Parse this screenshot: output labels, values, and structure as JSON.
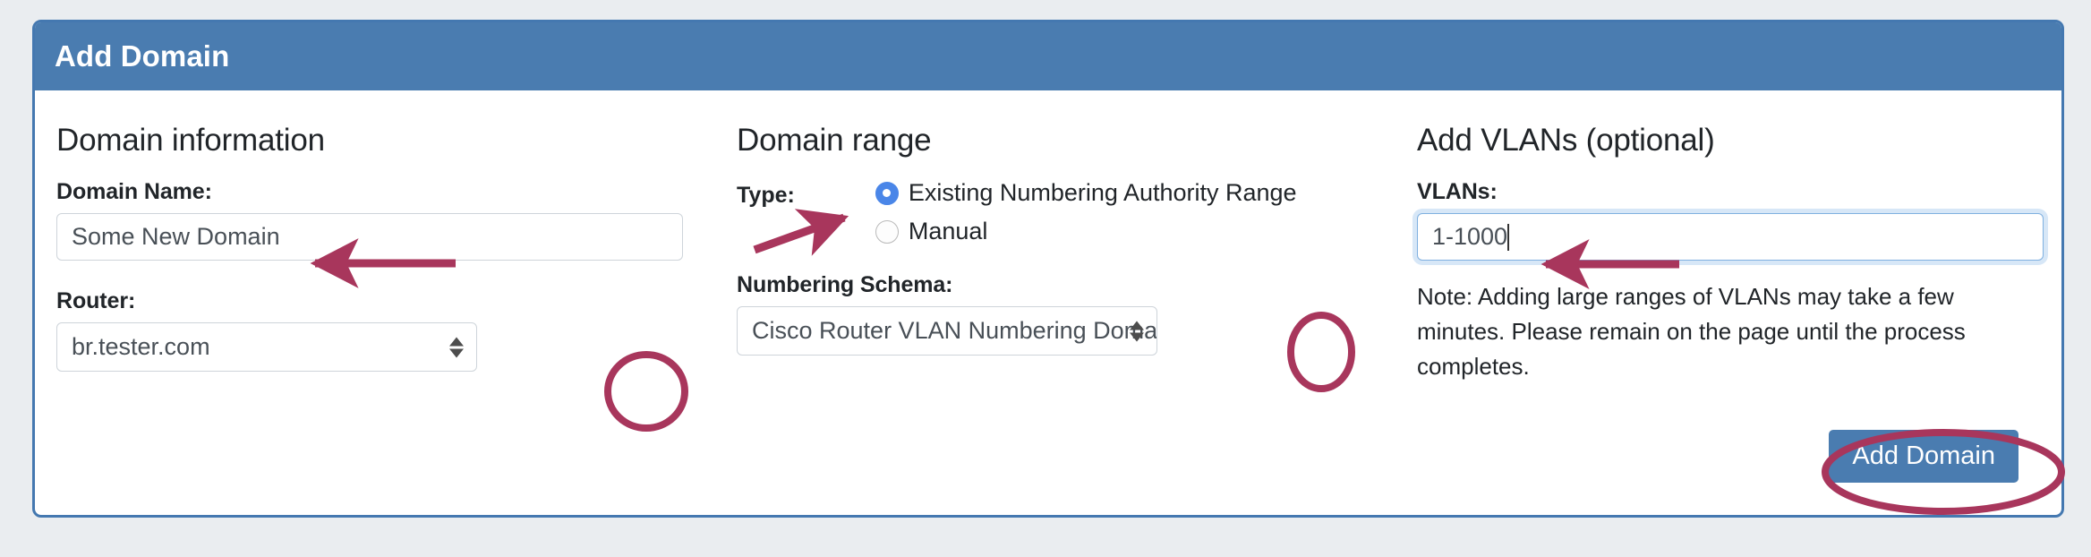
{
  "panel": {
    "title": "Add Domain"
  },
  "columns": {
    "domain_information": {
      "heading": "Domain information",
      "domain_name": {
        "label": "Domain Name:",
        "value": "Some New Domain",
        "placeholder": "Some New Domain"
      },
      "router": {
        "label": "Router:",
        "value": "br.tester.com"
      }
    },
    "domain_range": {
      "heading": "Domain range",
      "type": {
        "label": "Type:",
        "options": [
          {
            "label": "Existing Numbering Authority Range",
            "selected": true
          },
          {
            "label": "Manual",
            "selected": false
          }
        ]
      },
      "numbering_schema": {
        "label": "Numbering Schema:",
        "value": "Cisco Router VLAN Numbering Domain Template"
      }
    },
    "add_vlans": {
      "heading": "Add VLANs (optional)",
      "vlans": {
        "label": "VLANs:",
        "value": "1-1000",
        "focused": true
      },
      "note": "Note: Adding large ranges of VLANs may take a few minutes. Please remain on the page until the process completes."
    }
  },
  "actions": {
    "add_domain_label": "Add Domain"
  },
  "icons": {
    "router_stepper": "stepper-up-down-icon",
    "schema_stepper": "stepper-up-down-icon"
  },
  "colors": {
    "header_blue": "#4a7cb0",
    "panel_border": "#4478b0",
    "page_background": "#eaedf0",
    "annotation_crimson": "#a8365c",
    "radio_selected_blue": "#4a86e8",
    "input_border": "#ced4da",
    "focus_border": "#7fb0e0"
  },
  "annotations": {
    "arrow_to_domain_name": "arrow-pointing-left-to-domain-name",
    "arrow_to_type_radio": "arrow-pointing-right-to-existing-range-radio",
    "circle_router_stepper": "circle-highlight-router-dropdown",
    "circle_schema_stepper": "circle-highlight-schema-dropdown",
    "arrow_to_vlans": "arrow-pointing-left-to-vlans",
    "ellipse_add_domain": "ellipse-highlight-add-domain-button"
  }
}
